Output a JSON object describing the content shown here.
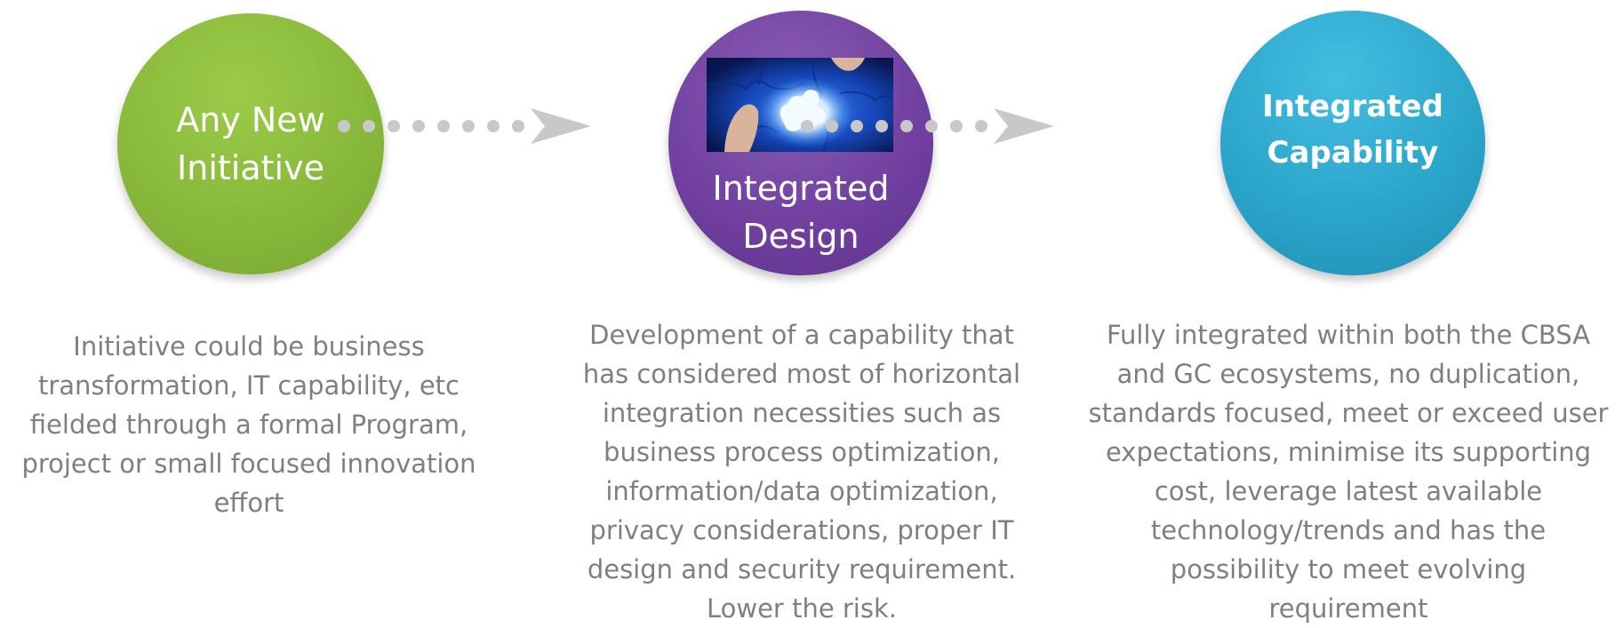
{
  "steps": [
    {
      "title": "Any New\nInitiative",
      "color": "#86b73a",
      "description": "Initiative could be business\ntransformation, IT capability, etc\nfielded through a formal Program,\nproject or small focused innovation\neffort"
    },
    {
      "title": "Integrated\nDesign",
      "color": "#703f9f",
      "image": "puzzle-piece-photo",
      "description": "Development of a capability that\nhas considered most of horizontal\nintegration necessities such as\nbusiness process optimization,\ninformation/data optimization,\nprivacy considerations, proper IT\ndesign and security requirement.\nLower the risk."
    },
    {
      "title": "Integrated\nCapability",
      "color": "#2aa3c9",
      "description": "Fully integrated within both the CBSA\nand GC ecosystems, no duplication,\nstandards focused, meet or exceed user\nexpectations, minimise its supporting\ncost, leverage latest available\ntechnology/trends and has the\npossibility to meet evolving\nrequirement"
    }
  ],
  "connectors": {
    "style": "dotted-arrow",
    "color": "#c8c8c8"
  }
}
